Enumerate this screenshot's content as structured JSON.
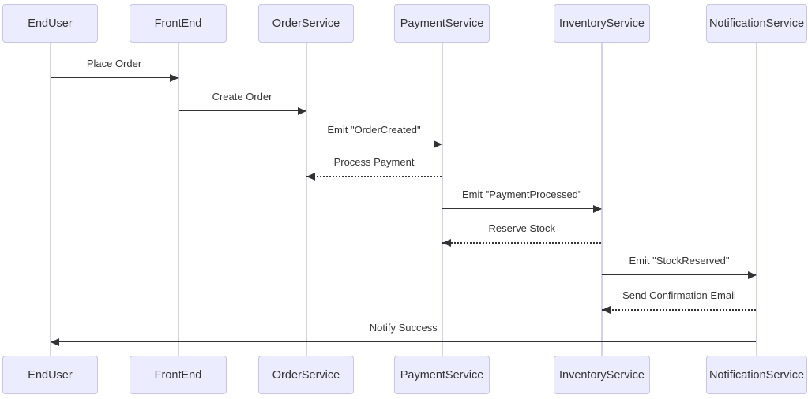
{
  "diagram": {
    "type": "sequence-diagram",
    "participants": [
      {
        "name": "EndUser"
      },
      {
        "name": "FrontEnd"
      },
      {
        "name": "OrderService"
      },
      {
        "name": "PaymentService"
      },
      {
        "name": "InventoryService"
      },
      {
        "name": "NotificationService"
      }
    ],
    "messages": [
      {
        "from": "EndUser",
        "to": "FrontEnd",
        "label": "Place Order",
        "line": "solid"
      },
      {
        "from": "FrontEnd",
        "to": "OrderService",
        "label": "Create Order",
        "line": "solid"
      },
      {
        "from": "OrderService",
        "to": "PaymentService",
        "label": "Emit \"OrderCreated\"",
        "line": "solid"
      },
      {
        "from": "PaymentService",
        "to": "OrderService",
        "label": "Process Payment",
        "line": "dashed"
      },
      {
        "from": "PaymentService",
        "to": "InventoryService",
        "label": "Emit \"PaymentProcessed\"",
        "line": "solid"
      },
      {
        "from": "InventoryService",
        "to": "PaymentService",
        "label": "Reserve Stock",
        "line": "dashed"
      },
      {
        "from": "InventoryService",
        "to": "NotificationService",
        "label": "Emit \"StockReserved\"",
        "line": "solid"
      },
      {
        "from": "NotificationService",
        "to": "InventoryService",
        "label": "Send Confirmation Email",
        "line": "dashed"
      },
      {
        "from": "NotificationService",
        "to": "EndUser",
        "label": "Notify Success",
        "line": "solid"
      }
    ]
  },
  "colors": {
    "actor_fill": "#ECECFF",
    "actor_border": "#c9c4e4",
    "lifeline": "#d6d0ee",
    "arrow": "#333333",
    "text": "#333333",
    "background": "#ffffff"
  }
}
